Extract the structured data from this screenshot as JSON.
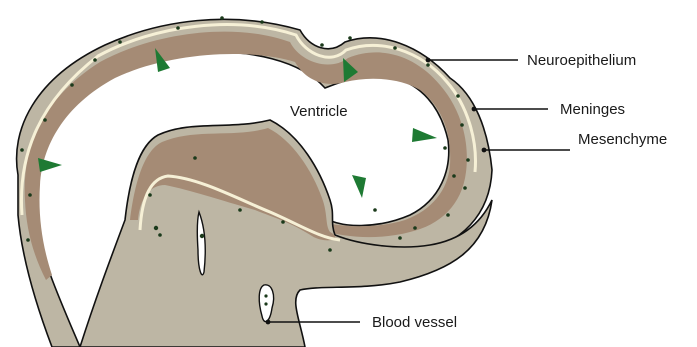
{
  "labels": {
    "neuroepithelium": "Neuroepithelium",
    "meninges": "Meninges",
    "mesenchyme": "Mesenchyme",
    "ventricle": "Ventricle",
    "blood_vessel": "Blood vessel"
  },
  "colors": {
    "outer_tissue": "#bdb6a4",
    "neuroepithelium": "#a58b75",
    "meninges": "#f6f0d6",
    "arrowheads": "#1e7a33",
    "dots": "#1b3a1b",
    "outline": "#111111"
  }
}
